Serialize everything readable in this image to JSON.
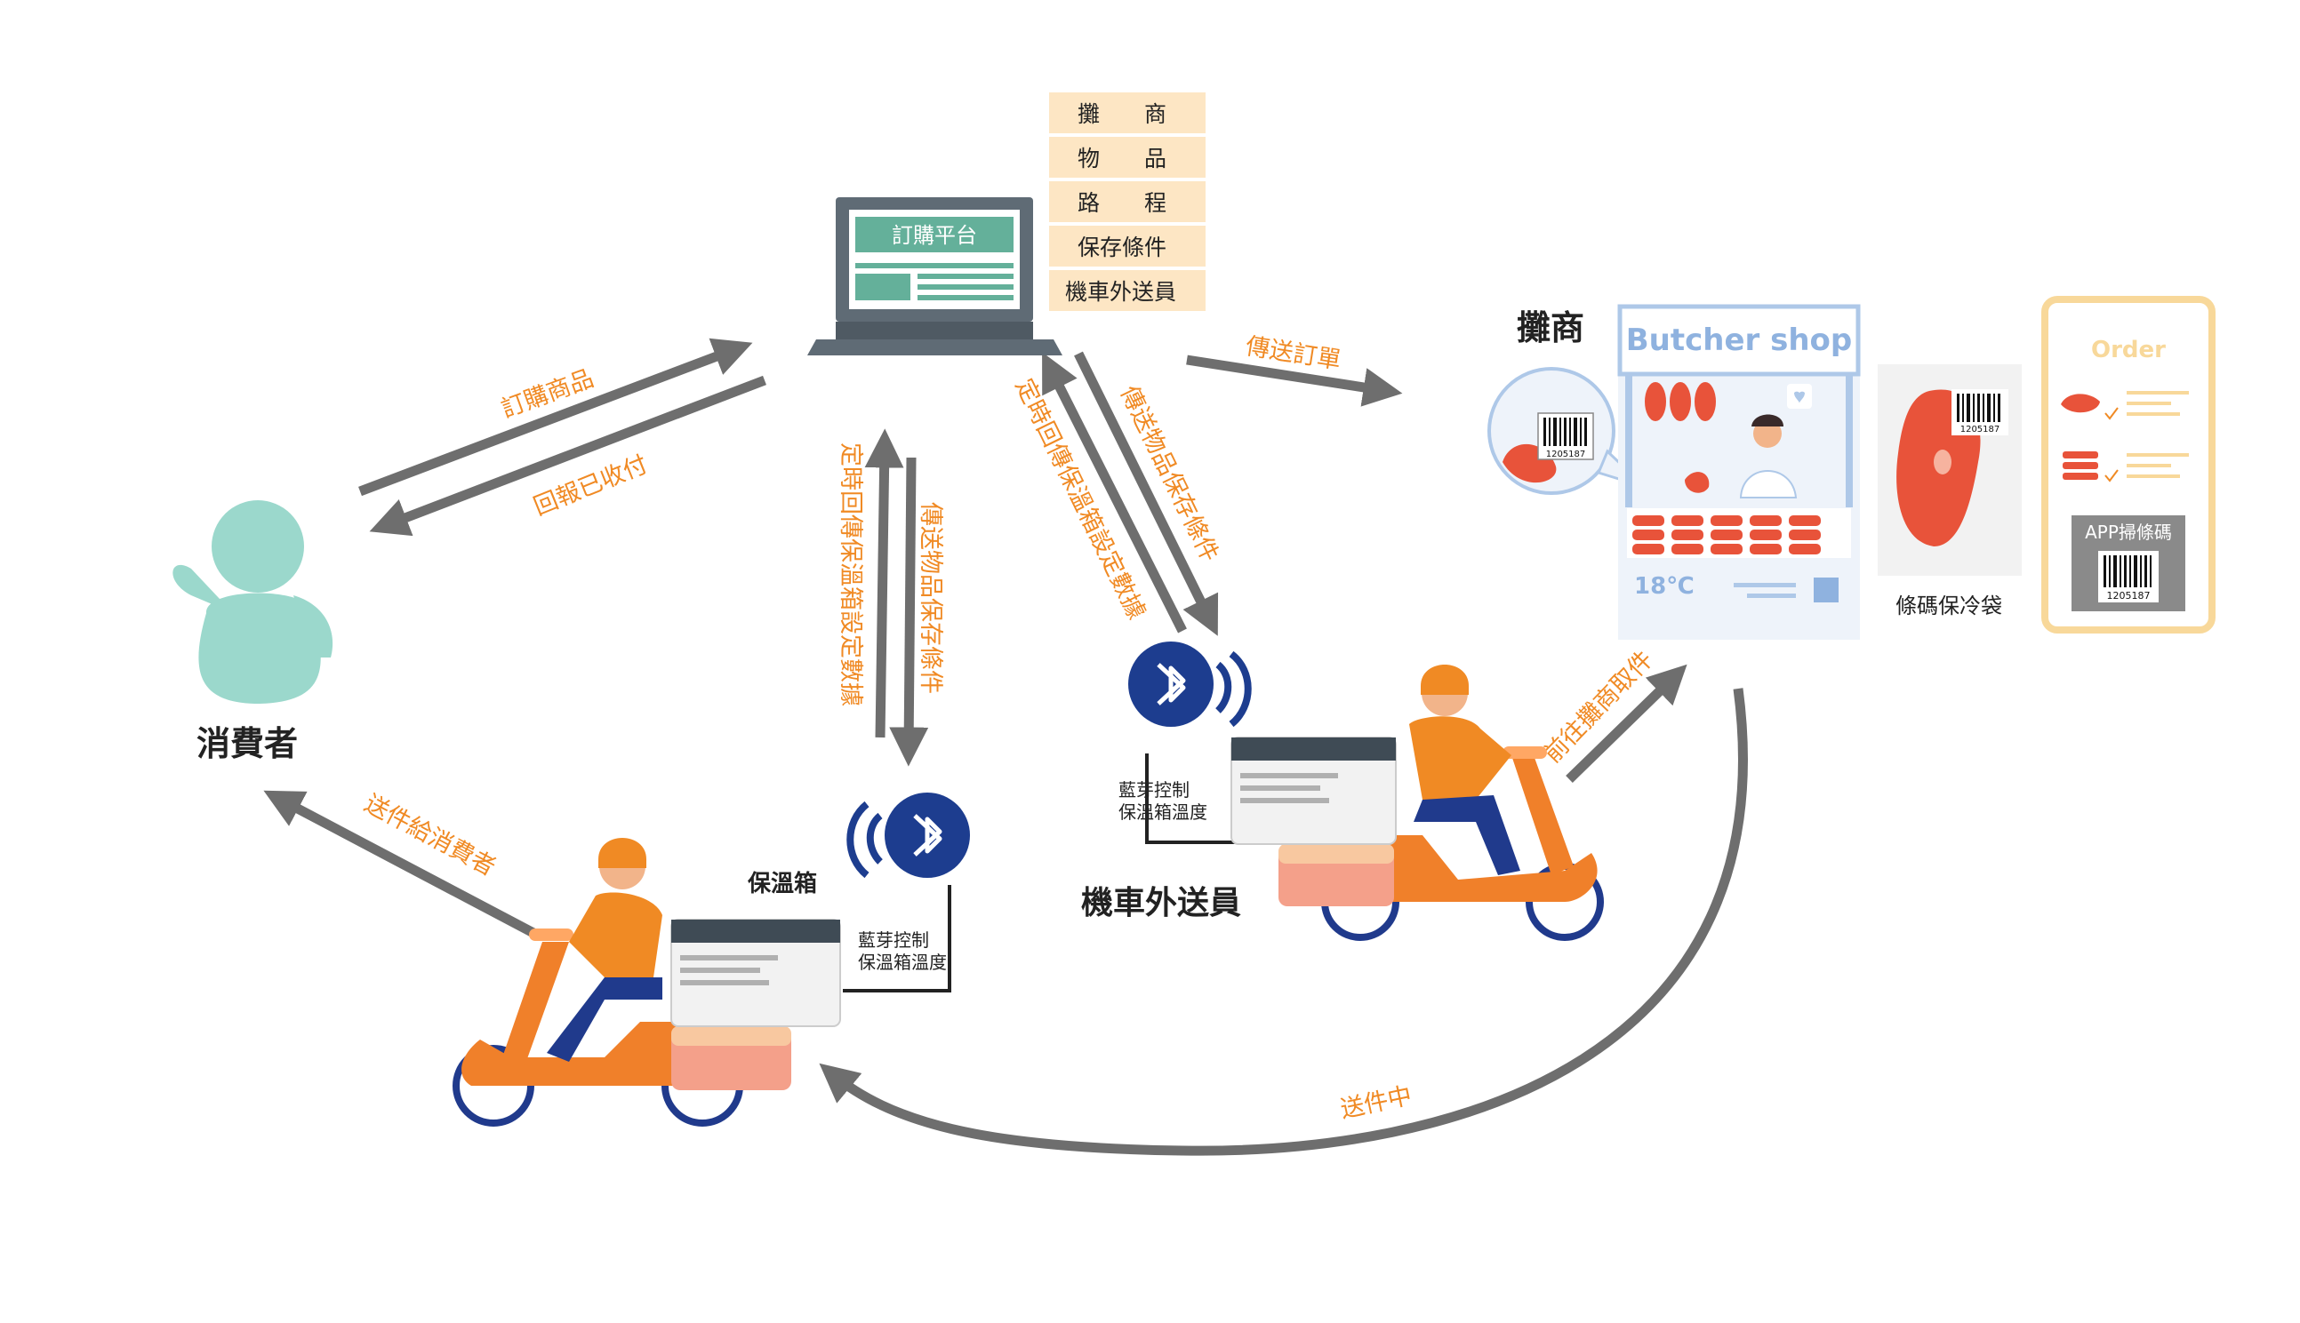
{
  "colors": {
    "arrow": "#6e6e6e",
    "label": "#f08a24",
    "laptop": "#5f6b75",
    "screen_green": "#64b09a",
    "table_bg": "#fde6c4",
    "consumer": "#9bd8cc",
    "scooter": "#f0802a",
    "rider_shirt": "#f08a24",
    "rider_pants": "#203a8c",
    "bluetooth": "#1d3d8f",
    "shop_blue": "#aec8e8",
    "meat": "#e8533a",
    "order_frame": "#f8d89a"
  },
  "platform": {
    "screen_title": "訂購平台",
    "info_rows": [
      "攤　　商",
      "物　　品",
      "路　　程",
      "保存條件",
      "機車外送員"
    ]
  },
  "consumer": {
    "label": "消費者"
  },
  "vendor": {
    "label": "攤商",
    "shop_sign": "Butcher shop",
    "temperature": "18℃",
    "barcode_number": "1205187"
  },
  "bag": {
    "label": "條碼保冷袋",
    "barcode_number": "1205187"
  },
  "order_app": {
    "title": "Order",
    "scan_label": "APP掃條碼",
    "barcode_number": "1205187"
  },
  "courier_top": {
    "label": "機車外送員",
    "bt_caption_1": "藍芽控制",
    "bt_caption_2": "保溫箱溫度"
  },
  "courier_bottom": {
    "box_label": "保溫箱",
    "bt_caption_1": "藍芽控制",
    "bt_caption_2": "保溫箱溫度"
  },
  "arrows": {
    "order_goods": "訂購商品",
    "report_paid": "回報已收付",
    "send_order": "傳送訂單",
    "send_conditions_left": "傳送物品保存條件",
    "report_temp_left": "定時回傳保溫箱設定數據",
    "send_conditions_right": "傳送物品保存條件",
    "report_temp_right": "定時回傳保溫箱設定數據",
    "go_pickup": "前往攤商取件",
    "delivering": "送件中",
    "deliver_to_consumer": "送件給消費者"
  }
}
